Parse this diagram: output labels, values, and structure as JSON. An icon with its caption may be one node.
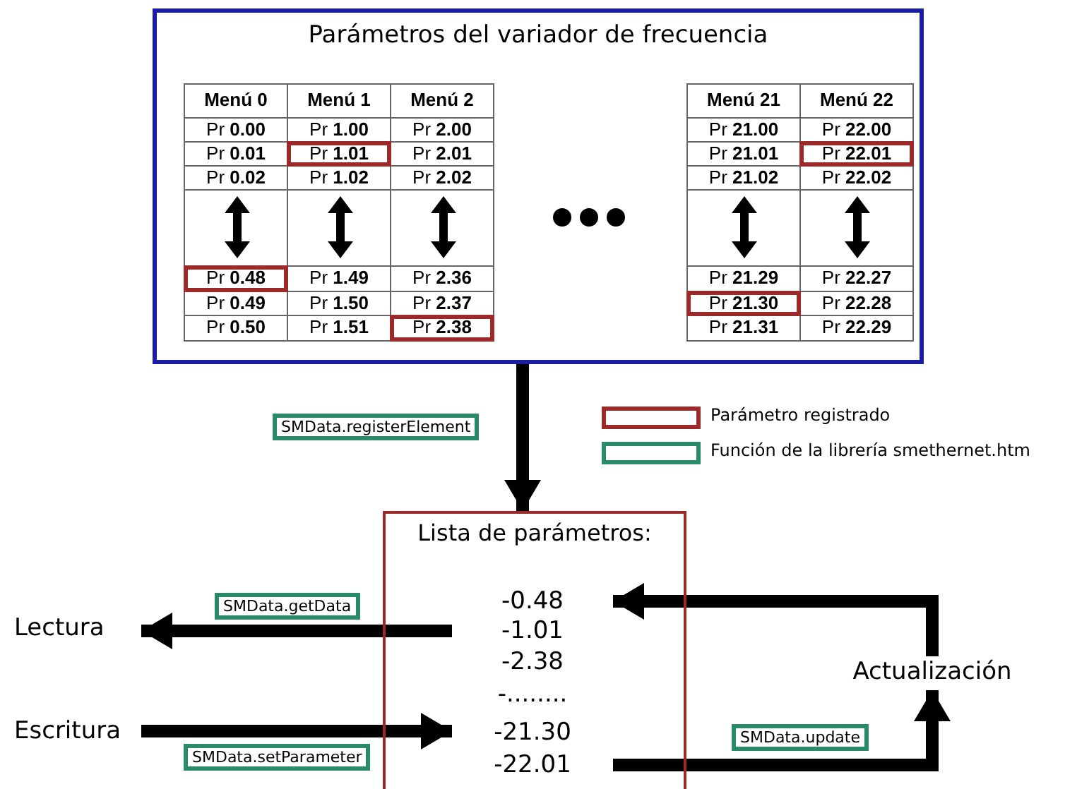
{
  "diagram": {
    "nodes": [
      {
        "text": [
          "Parámetros del variador de frecuencia"
        ]
      },
      {
        "text": [
          "Pr **1.01**"
        ],
        "in": 0
      },
      {
        "text": [
          "Pr **22.01**"
        ],
        "in": 0
      },
      {
        "text": [
          "Pr **0.48**"
        ],
        "in": 0
      },
      {
        "text": [
          "Pr **21.30**"
        ],
        "in": 0
      },
      {
        "text": [
          "Pr **2.38**"
        ],
        "in": 0
      },
      {
        "text": [
          "Lista de parámetros:"
        ]
      },
      {
        "text": [
          "-0.48"
        ],
        "in": 6
      },
      {
        "text": [
          "-1.01"
        ],
        "in": 6
      },
      {
        "text": [
          "-2.38"
        ],
        "in": 6
      },
      {
        "text": [
          "-........"
        ],
        "in": 6
      },
      {
        "text": [
          "-21.30"
        ],
        "in": 6
      },
      {
        "text": [
          "-22.01"
        ],
        "in": 6
      },
      {
        "text": [
          "Lectura"
        ]
      },
      {
        "text": [
          "Escritura"
        ]
      },
      {
        "text": [
          "Actualización"
        ]
      }
    ],
    "edges": [
      {
        "from": 0,
        "to": 6,
        "arrow": "to",
        "label": "SMData.registerElement"
      },
      {
        "from": 8,
        "to": 13,
        "arrow": "to",
        "label": "SMData.getData"
      },
      {
        "from": 14,
        "to": 11,
        "arrow": "to",
        "label": "SMData.setParameter"
      },
      {
        "from": 12,
        "to": 15,
        "arrow": "to",
        "label": "SMData.update"
      },
      {
        "from": 15,
        "to": 7,
        "arrow": "to"
      }
    ],
    "labels": [
      "Menú 0",
      "Menú 1",
      "Menú 2",
      "Pr **0.00**",
      "Pr **1.00**",
      "Pr **2.00**",
      "Pr **0.01**",
      "Pr **2.01**",
      "Pr **0.02**",
      "Pr **1.02**",
      "Pr **2.02**",
      "Pr **1.49**",
      "Pr **2.36**",
      "Pr **0.49**",
      "Pr **1.50**",
      "Pr **2.37**",
      "Pr **0.50**",
      "Pr **1.51**",
      "Menú 21",
      "Menú 22",
      "Pr **21.00**",
      "Pr **22.00**",
      "Pr **21.01**",
      "Pr **21.02**",
      "Pr **22.02**",
      "Pr **21.29**",
      "Pr **22.27**",
      "Pr **22.28**",
      "Pr **21.31**",
      "Pr **22.29**"
    ],
    "legend": [
      {
        "text": "Parámetro registrado"
      },
      {
        "text": "Función de la librería smethernet.htm"
      }
    ]
  }
}
